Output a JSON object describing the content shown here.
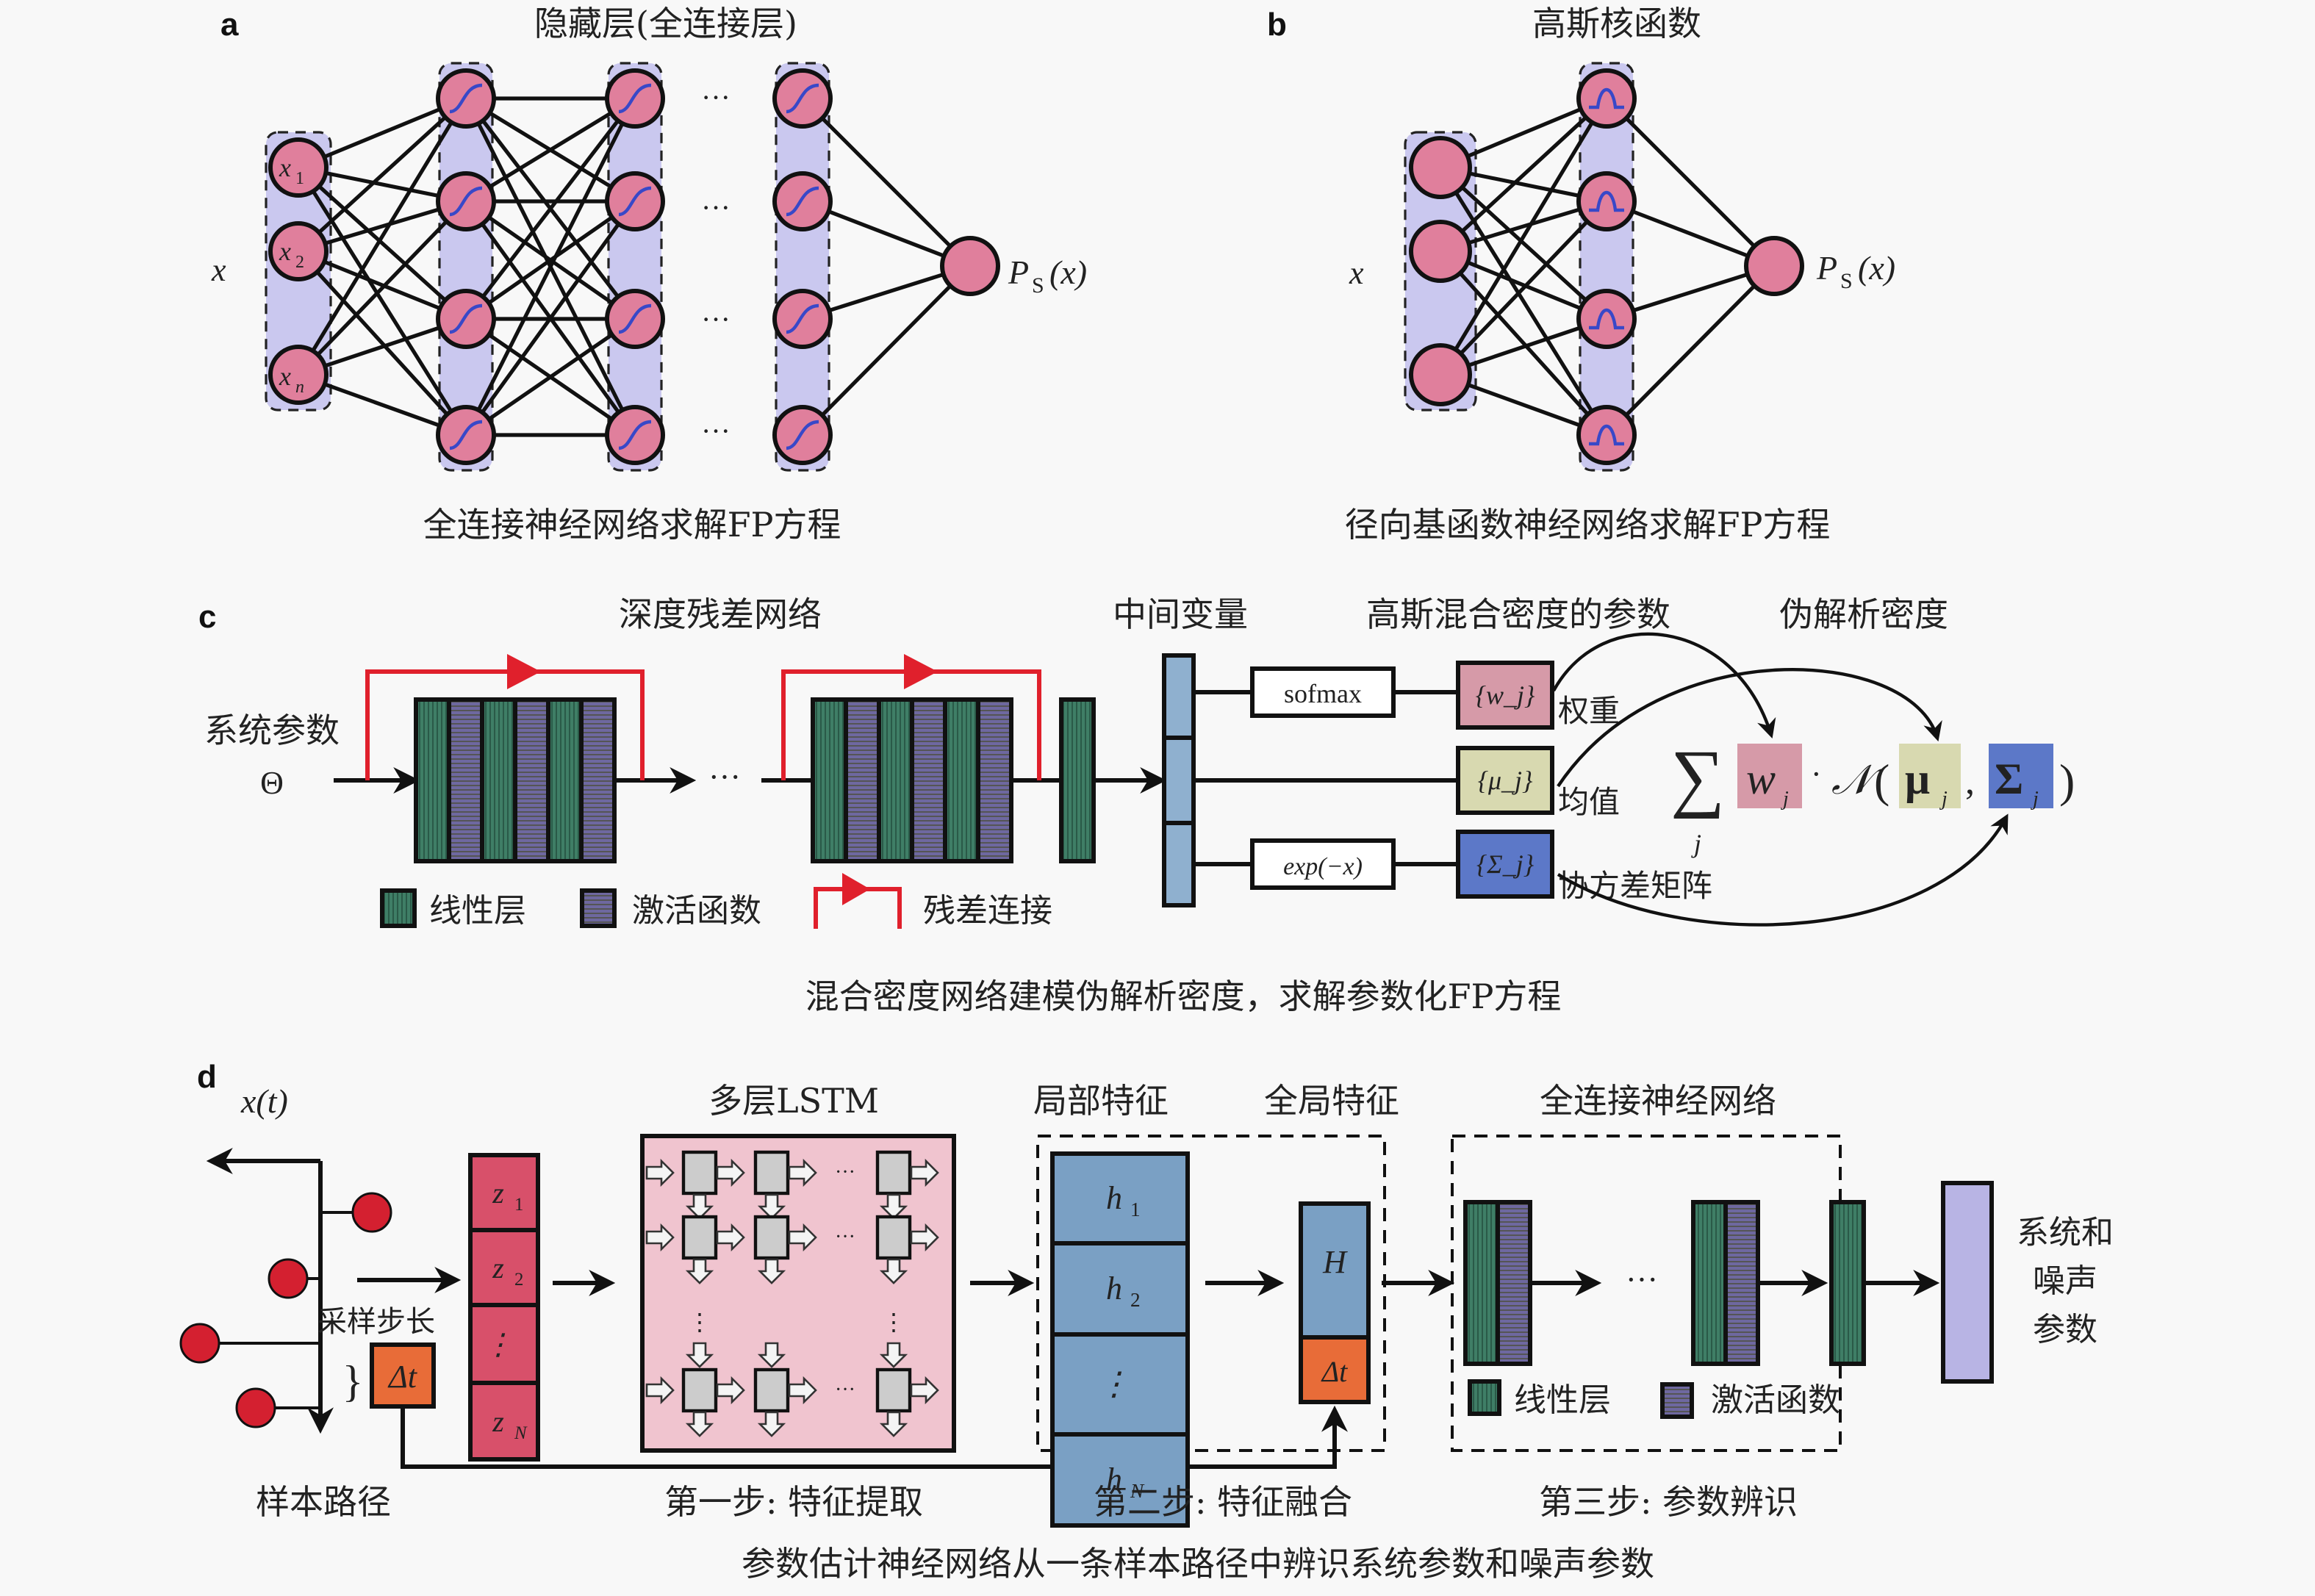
{
  "colors": {
    "node_pink": "#e07f9c",
    "layer_lavender": "#cac8ef",
    "activation_curve": "#3848c8",
    "linear_layer_green": "#3f7e66",
    "activation_purple": "#6e68a0",
    "residual_red": "#e0202c",
    "intermediate_blue": "#8fb0cf",
    "weights_pink": "#d69aa8",
    "means_yellow": "#d8d9b0",
    "cov_blue": "#5c78c8",
    "sample_red": "#d42030",
    "z_block": "#d8506a",
    "dt_orange": "#e86c38",
    "lstm_bg": "#f0c4cf",
    "lstm_cell": "#cccccc",
    "h_blue": "#7aa0c4",
    "output_lavender": "#b8b4e4"
  },
  "panel_a": {
    "label": "a",
    "title": "隐藏层(全连接层)",
    "input_var": "x",
    "inputs": [
      "x",
      "x",
      "x"
    ],
    "input_subs": [
      "1",
      "2",
      "n"
    ],
    "ellipsis": "···",
    "output": "P",
    "output_sub": "S",
    "output_arg": "(x)",
    "caption": "全连接神经网络求解FP方程"
  },
  "panel_b": {
    "label": "b",
    "title": "高斯核函数",
    "input_var": "x",
    "output": "P",
    "output_sub": "S",
    "output_arg": "(x)",
    "caption": "径向基函数神经网络求解FP方程"
  },
  "panel_c": {
    "label": "c",
    "headers": {
      "resnet": "深度残差网络",
      "intermediate": "中间变量",
      "gmm_params": "高斯混合密度的参数",
      "pseudo_density": "伪解析密度"
    },
    "input_label": "系统参数",
    "input_symbol": "Θ",
    "ellipsis": "···",
    "ops": [
      "sofmax",
      "exp(−x)"
    ],
    "params": [
      "{w_j}",
      "{μ_j}",
      "{Σ_j}"
    ],
    "param_names": [
      "权重",
      "均值",
      "协方差矩阵"
    ],
    "formula": {
      "sum": "∑",
      "sum_index": "j",
      "w": "w",
      "dot": "·",
      "normal": "𝒩",
      "mu": "μ",
      "sigma": "Σ",
      "sub": "j",
      "lparen": "(",
      "comma": ",",
      "rparen": ")"
    },
    "legend": [
      "线性层",
      "激活函数",
      "残差连接"
    ],
    "caption": "混合密度网络建模伪解析密度，求解参数化FP方程"
  },
  "panel_d": {
    "label": "d",
    "axis_label": "x(t)",
    "path_label": "样本路径",
    "sampling_label": "采样步长",
    "dt": "Δt",
    "z_items": [
      {
        "var": "z",
        "sub": "1"
      },
      {
        "var": "z",
        "sub": "2"
      },
      {
        "var": "⋮",
        "sub": ""
      },
      {
        "var": "z",
        "sub": "N"
      }
    ],
    "headers": {
      "lstm": "多层LSTM",
      "local": "局部特征",
      "global": "全局特征",
      "fcnn": "全连接神经网络"
    },
    "h_items": [
      {
        "var": "h",
        "sub": "1"
      },
      {
        "var": "h",
        "sub": "2"
      },
      {
        "var": "⋮",
        "sub": ""
      },
      {
        "var": "h",
        "sub": "N"
      }
    ],
    "global_var": "H",
    "ellipsis": "···",
    "legend": [
      "线性层",
      "激活函数"
    ],
    "output_label": [
      "系统和",
      "噪声",
      "参数"
    ],
    "steps": [
      "第一步: 特征提取",
      "第二步: 特征融合",
      "第三步: 参数辨识"
    ],
    "caption": "参数估计神经网络从一条样本路径中辨识系统参数和噪声参数"
  }
}
